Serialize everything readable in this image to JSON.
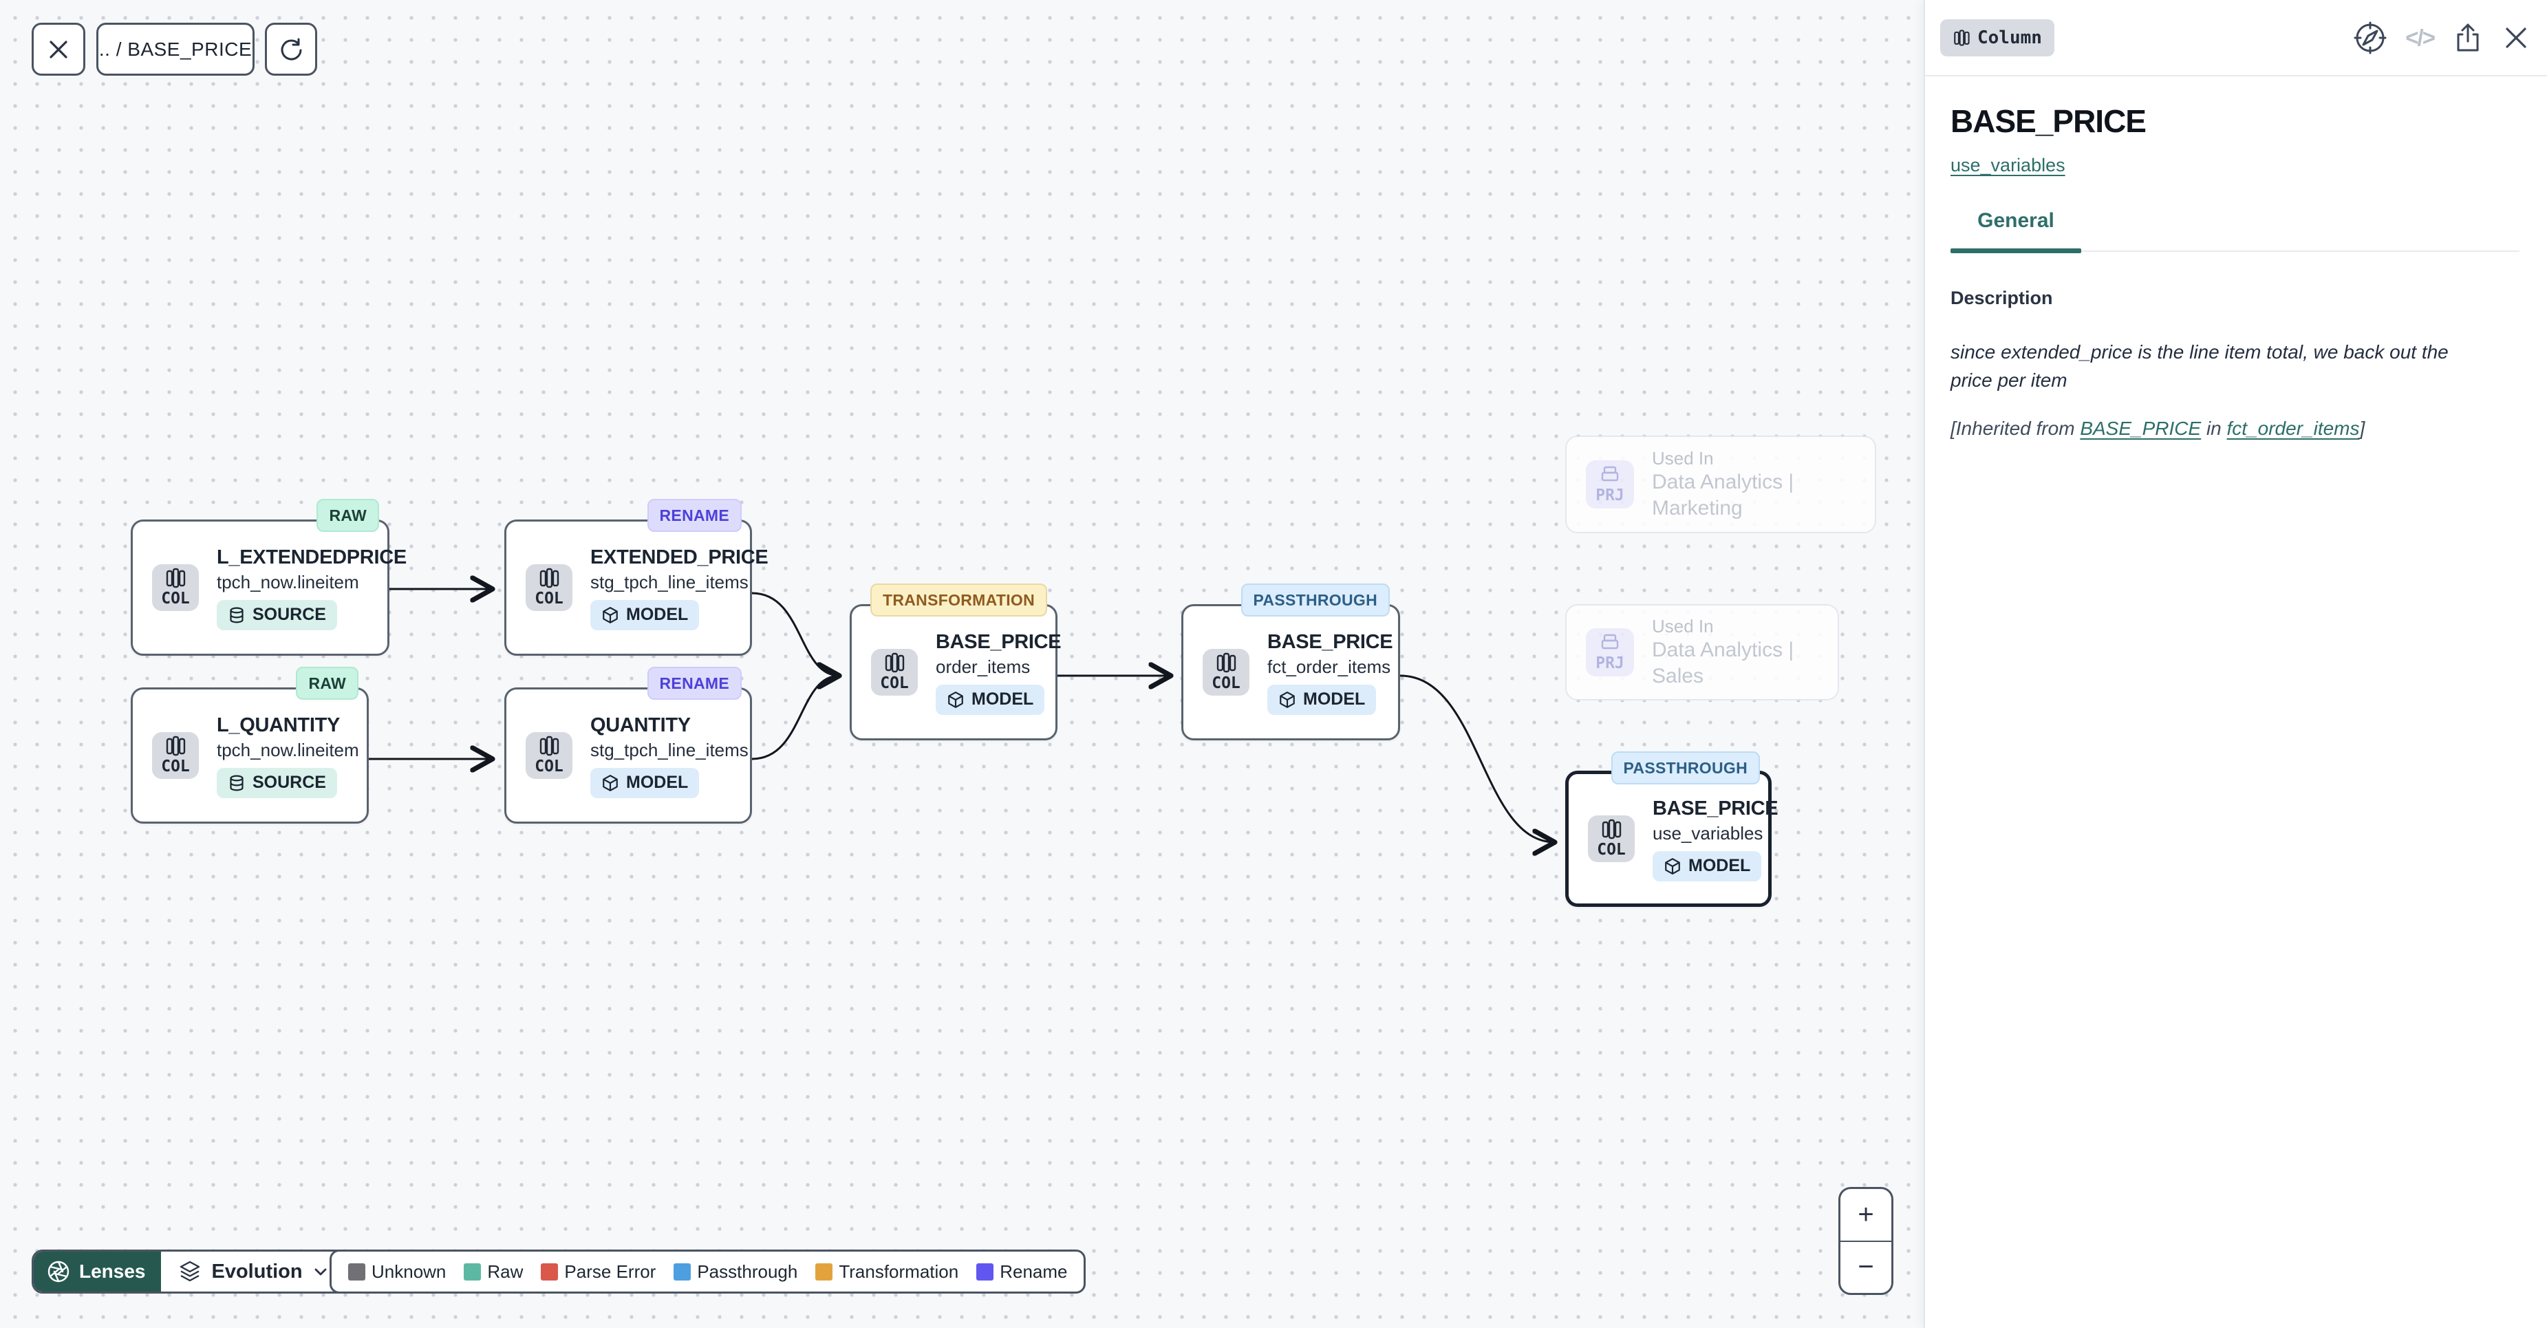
{
  "toolbar": {
    "breadcrumb": ".. / BASE_PRICE"
  },
  "canvas": {
    "nodes": [
      {
        "kind": "COL",
        "badge": "RAW",
        "title": "L_EXTENDEDPRICE",
        "subtitle": "tpch_now.lineitem",
        "chip": "SOURCE"
      },
      {
        "kind": "COL",
        "badge": "RENAME",
        "title": "EXTENDED_PRICE",
        "subtitle": "stg_tpch_line_items",
        "chip": "MODEL"
      },
      {
        "kind": "COL",
        "badge": "RAW",
        "title": "L_QUANTITY",
        "subtitle": "tpch_now.lineitem",
        "chip": "SOURCE"
      },
      {
        "kind": "COL",
        "badge": "RENAME",
        "title": "QUANTITY",
        "subtitle": "stg_tpch_line_items",
        "chip": "MODEL"
      },
      {
        "kind": "COL",
        "badge": "TRANSFORMATION",
        "title": "BASE_PRICE",
        "subtitle": "order_items",
        "chip": "MODEL"
      },
      {
        "kind": "COL",
        "badge": "PASSTHROUGH",
        "title": "BASE_PRICE",
        "subtitle": "fct_order_items",
        "chip": "MODEL"
      },
      {
        "kind": "COL",
        "badge": "PASSTHROUGH",
        "title": "BASE_PRICE",
        "subtitle": "use_variables",
        "chip": "MODEL"
      }
    ],
    "ghosts": [
      {
        "kind": "PRJ",
        "label": "Used In",
        "name": "Data Analytics | Marketing"
      },
      {
        "kind": "PRJ",
        "label": "Used In",
        "name": "Data Analytics | Sales"
      }
    ],
    "zoom_in": "+",
    "zoom_out": "−"
  },
  "footer": {
    "lenses_label": "Lenses",
    "lens_selected": "Evolution",
    "legend": [
      {
        "label": "Unknown",
        "color": "#707075"
      },
      {
        "label": "Raw",
        "color": "#5cb8a2"
      },
      {
        "label": "Parse Error",
        "color": "#d9584a"
      },
      {
        "label": "Passthrough",
        "color": "#4d9fe0"
      },
      {
        "label": "Transformation",
        "color": "#e2a33d"
      },
      {
        "label": "Rename",
        "color": "#6156ef"
      }
    ]
  },
  "panel": {
    "type_badge": "Column",
    "title": "BASE_PRICE",
    "model_link": "use_variables",
    "tab": "General",
    "description_label": "Description",
    "description": "since extended_price is the line item total, we back out the price per item",
    "inherited_prefix": "[Inherited from ",
    "inherited_link1": "BASE_PRICE",
    "inherited_mid": " in ",
    "inherited_link2": "fct_order_items",
    "inherited_suffix": "]"
  },
  "colors": {
    "accent_teal": "#2e6e6a",
    "lenses_bg": "#275850",
    "edge": "#12171f"
  }
}
